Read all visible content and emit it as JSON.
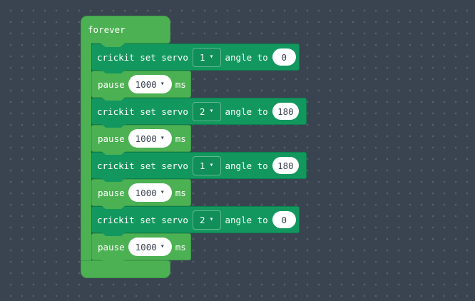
{
  "workspace": {
    "background_color": "#3A4450",
    "grid_dot_color": "#5A6470"
  },
  "colors": {
    "loops_green": "#4CB152",
    "loops_border": "#3E9C48",
    "crickit_green": "#12985E",
    "crickit_border": "#0C7F4E",
    "block_text": "#FFFFFF",
    "field_background": "#FFFFFF",
    "field_text": "#3B4350"
  },
  "icons": {
    "dropdown_arrow": "▾"
  },
  "forever_block": {
    "label": "forever"
  },
  "blocks": [
    {
      "type": "crickit_servo",
      "label": "crickit set servo",
      "servo": "1",
      "angle_label": "angle to",
      "angle": "0"
    },
    {
      "type": "pause",
      "label": "pause",
      "duration": "1000",
      "unit": "ms"
    },
    {
      "type": "crickit_servo",
      "label": "crickit set servo",
      "servo": "2",
      "angle_label": "angle to",
      "angle": "180"
    },
    {
      "type": "pause",
      "label": "pause",
      "duration": "1000",
      "unit": "ms"
    },
    {
      "type": "crickit_servo",
      "label": "crickit set servo",
      "servo": "1",
      "angle_label": "angle to",
      "angle": "180"
    },
    {
      "type": "pause",
      "label": "pause",
      "duration": "1000",
      "unit": "ms"
    },
    {
      "type": "crickit_servo",
      "label": "crickit set servo",
      "servo": "2",
      "angle_label": "angle to",
      "angle": "0"
    },
    {
      "type": "pause",
      "label": "pause",
      "duration": "1000",
      "unit": "ms"
    }
  ]
}
